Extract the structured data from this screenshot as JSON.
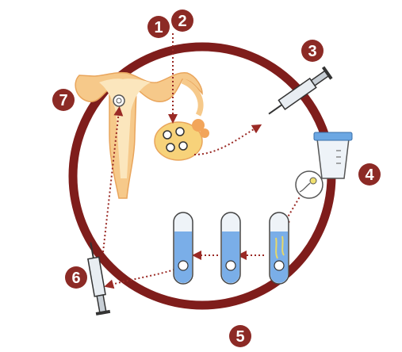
{
  "diagram": {
    "colors": {
      "cycle_ring": "#7f1d1b",
      "badge": "#8c2a25",
      "arrow_dots": "#9a2a25",
      "uterus_fill": "#f6c98a",
      "uterus_lining": "#fbe6bd",
      "ovary_fill": "#f7d27a",
      "follicle_accent": "#f2a55a",
      "tube_liquid": "#7aaee8",
      "tube_glass": "#eef3f8",
      "syringe_body": "#e8edf2",
      "cup_lid": "#6ba7e3"
    },
    "steps": [
      {
        "label": "1",
        "icon": "number-badge"
      },
      {
        "label": "2",
        "icon": "number-badge"
      },
      {
        "label": "3",
        "icon": "number-badge"
      },
      {
        "label": "4",
        "icon": "number-badge"
      },
      {
        "label": "5",
        "icon": "number-badge"
      },
      {
        "label": "6",
        "icon": "number-badge"
      },
      {
        "label": "7",
        "icon": "number-badge"
      }
    ],
    "elements": {
      "uterus": "uterus-icon",
      "ovary": "ovary-icon",
      "egg_retrieval_syringe": "syringe-icon",
      "sperm_sample_cup": "specimen-cup-icon",
      "sperm_magnifier": "magnifier-icon",
      "fertilization_tube": "test-tube-icon",
      "embryo_tube": "test-tube-icon",
      "culture_tube": "test-tube-icon",
      "transfer_syringe": "syringe-icon"
    }
  }
}
